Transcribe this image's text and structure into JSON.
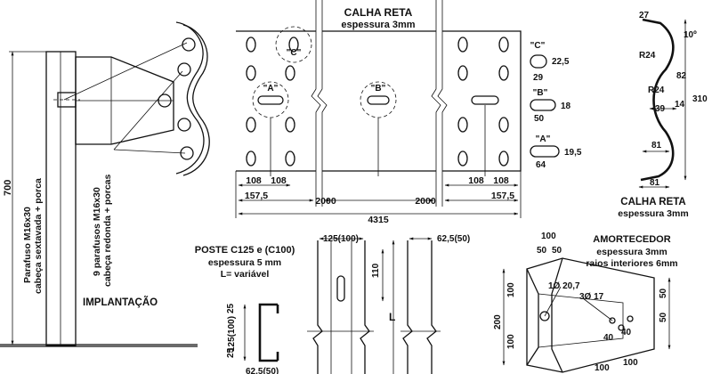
{
  "calha_top": {
    "title": "CALHA RETA",
    "subtitle": "espessura 3mm"
  },
  "calha_right": {
    "title": "CALHA RETA",
    "subtitle": "espessura 3mm"
  },
  "poste": {
    "title": "POSTE C125 e (C100)",
    "thickness": "espessura 5 mm",
    "length": "L= variável"
  },
  "amortecedor": {
    "title": "AMORTECEDOR",
    "thickness": "espessura 3mm",
    "radius": "raios interiores 6mm"
  },
  "implantacao": {
    "title": "IMPLANTAÇÃO",
    "bolt1_line1": "Parafuso M16x30",
    "bolt1_line2": "cabeça sextavada + porca",
    "bolt2_line1": "9 parafusos M16x30",
    "bolt2_line2": "cabeça redonda + porcas",
    "height": "700"
  },
  "details": {
    "c": "\"C\"",
    "a": "\"A\"",
    "b": "\"B\""
  },
  "slots": {
    "c_label": "\"C\"",
    "c_w": "29",
    "c_h": "22,5",
    "b_label": "\"B\"",
    "b_w": "50",
    "b_h": "18",
    "a_label": "\"A\"",
    "a_w": "64",
    "a_h": "19,5"
  },
  "dims_top": {
    "d1": "108",
    "d2": "108",
    "d3": "157,5",
    "d4": "2000",
    "d5": "2000",
    "d6": "108",
    "d7": "108",
    "d8": "157,5",
    "total": "4315"
  },
  "profile": {
    "top": "27",
    "angle": "10º",
    "r1": "R24",
    "d82": "82",
    "r2": "R24",
    "d310": "310",
    "d39": "39",
    "d14": "14",
    "d81a": "81",
    "d81b": "81"
  },
  "post_dims": {
    "w1": "125(100)",
    "w2": "62,5(50)",
    "h110": "110",
    "L": "L",
    "d25a": "25",
    "d25b": "25",
    "d125": "125(100)",
    "bottom": "62,5(50)"
  },
  "amort_dims": {
    "a100": "100",
    "a50a": "50",
    "a50b": "50",
    "hole1": "1Ø 20,7",
    "hole2": "3Ø 17",
    "v100a": "100",
    "v50a": "50",
    "v50b": "50",
    "v200": "200",
    "v100b": "100",
    "h40a": "40",
    "h40b": "40",
    "b100a": "100",
    "b100b": "100"
  }
}
